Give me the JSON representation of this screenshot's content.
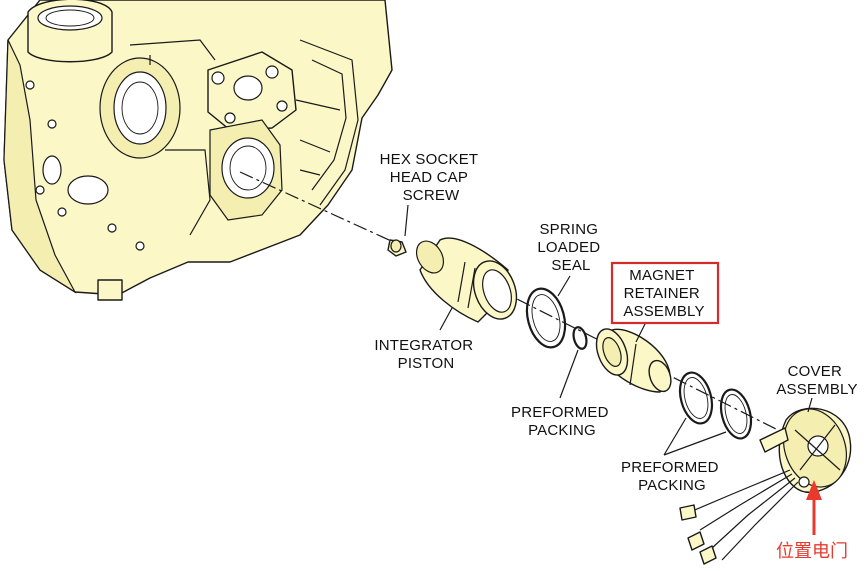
{
  "labels": {
    "hex_screw": [
      "HEX SOCKET",
      "HEAD CAP",
      "SCREW"
    ],
    "spring_seal": [
      "SPRING",
      "LOADED",
      "SEAL"
    ],
    "magnet_retainer": [
      "MAGNET",
      "RETAINER",
      "ASSEMBLY"
    ],
    "integrator_piston": [
      "INTEGRATOR",
      "PISTON"
    ],
    "cover_assembly": [
      "COVER",
      "ASSEMBLY"
    ],
    "preformed_packing_1": [
      "PREFORMED",
      "PACKING"
    ],
    "preformed_packing_2": [
      "PREFORMED",
      "PACKING"
    ],
    "annotation": "位置电门"
  },
  "colors": {
    "part_fill": "#fbf7c6",
    "highlight_box": "#d62b2b",
    "annotation": "#e8392c"
  }
}
